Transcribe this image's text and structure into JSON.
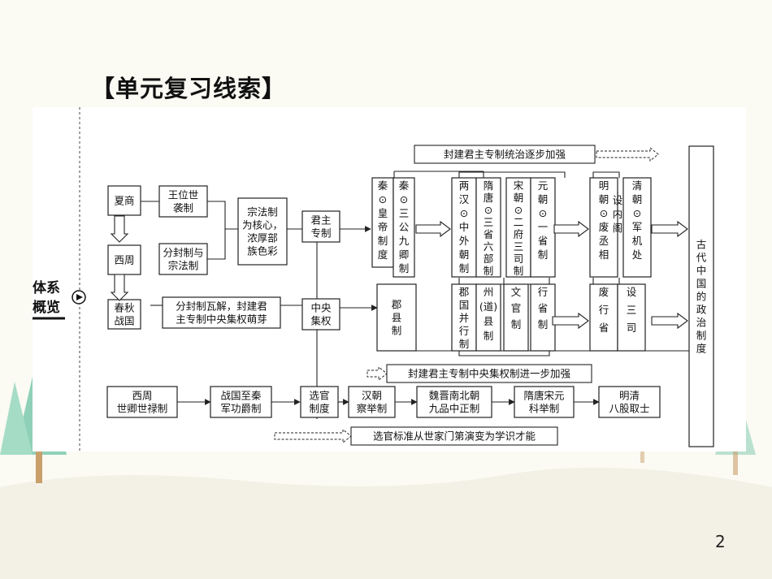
{
  "heading": "【单元复习线索】",
  "page_number": "2",
  "side_label": [
    "体系",
    "概览"
  ],
  "banners": {
    "top": "封建君主专制统治逐步加强",
    "middle": "封建君主专制中央集权制进一步加强",
    "bottom": "选官标准从世家门第演变为学识才能"
  },
  "nodes": {
    "xiashang": [
      "夏商"
    ],
    "wangwei": [
      "王位世",
      "袭制"
    ],
    "xizhou1": [
      "西周"
    ],
    "fenfeng": [
      "分封制与",
      "宗法制"
    ],
    "zongfa": [
      "宗法制",
      "为核心，",
      "浓厚部",
      "族色彩"
    ],
    "chunqiu": [
      "春秋",
      "战国"
    ],
    "wajie": [
      "分封制瓦解，封建君",
      "主专制中央集权萌芽"
    ],
    "junzhu": [
      "君主",
      "专制"
    ],
    "zhongyang": [
      "中央",
      "集权"
    ],
    "xuanguan": [
      "选官",
      "制度"
    ],
    "shiqing": [
      "西周",
      "世卿世禄制"
    ],
    "junggong": [
      "战国至秦",
      "军功爵制"
    ],
    "chaju": [
      "汉朝",
      "察举制"
    ],
    "jiupin": [
      "魏晋南北朝",
      "九品中正制"
    ],
    "keju": [
      "隋唐宋元",
      "科举制"
    ],
    "bagu": [
      "明清",
      "八股取士"
    ],
    "junxian": [
      "郡",
      "县",
      "制"
    ],
    "final": [
      "古",
      "代",
      "中",
      "国",
      "的",
      "政",
      "治",
      "制",
      "度"
    ]
  },
  "columns": {
    "qin_a": [
      "秦",
      "⊙",
      "皇",
      "帝",
      "制",
      "度"
    ],
    "qin_b": [
      "秦",
      "⊙",
      "三",
      "公",
      "九",
      "卿",
      "制"
    ],
    "han": [
      "两",
      "汉",
      "⊙",
      "中",
      "外",
      "朝",
      "制"
    ],
    "suitang": [
      "隋",
      "唐",
      "⊙",
      "三",
      "省",
      "六",
      "部",
      "制"
    ],
    "song": [
      "宋",
      "朝",
      "⊙",
      "二",
      "府",
      "三",
      "司",
      "制"
    ],
    "yuan": [
      "元",
      "朝",
      "⊙",
      "一",
      "省",
      "制"
    ],
    "ming_a": [
      "明",
      "朝",
      "⊙",
      "废",
      "丞",
      "相"
    ],
    "ming_b": [
      "设",
      "内",
      "阁"
    ],
    "qing": [
      "清",
      "朝",
      "⊙",
      "军",
      "机",
      "处"
    ],
    "jungguo": [
      "郡",
      "国",
      "并",
      "行",
      "制"
    ],
    "zhouxian": [
      "州",
      "(道)",
      "县",
      "制"
    ],
    "wenguan": [
      "文",
      "官",
      "制"
    ],
    "xingsheng": [
      "行",
      "省",
      "制"
    ],
    "fei_xingsheng": [
      "废",
      "行",
      "省"
    ],
    "she_sansi": [
      "设",
      "三",
      "司"
    ]
  },
  "colors": {
    "stroke": "#222222",
    "panel": "#ffffff",
    "background": "#fbfaf3",
    "tree": "#8fd1b8"
  }
}
